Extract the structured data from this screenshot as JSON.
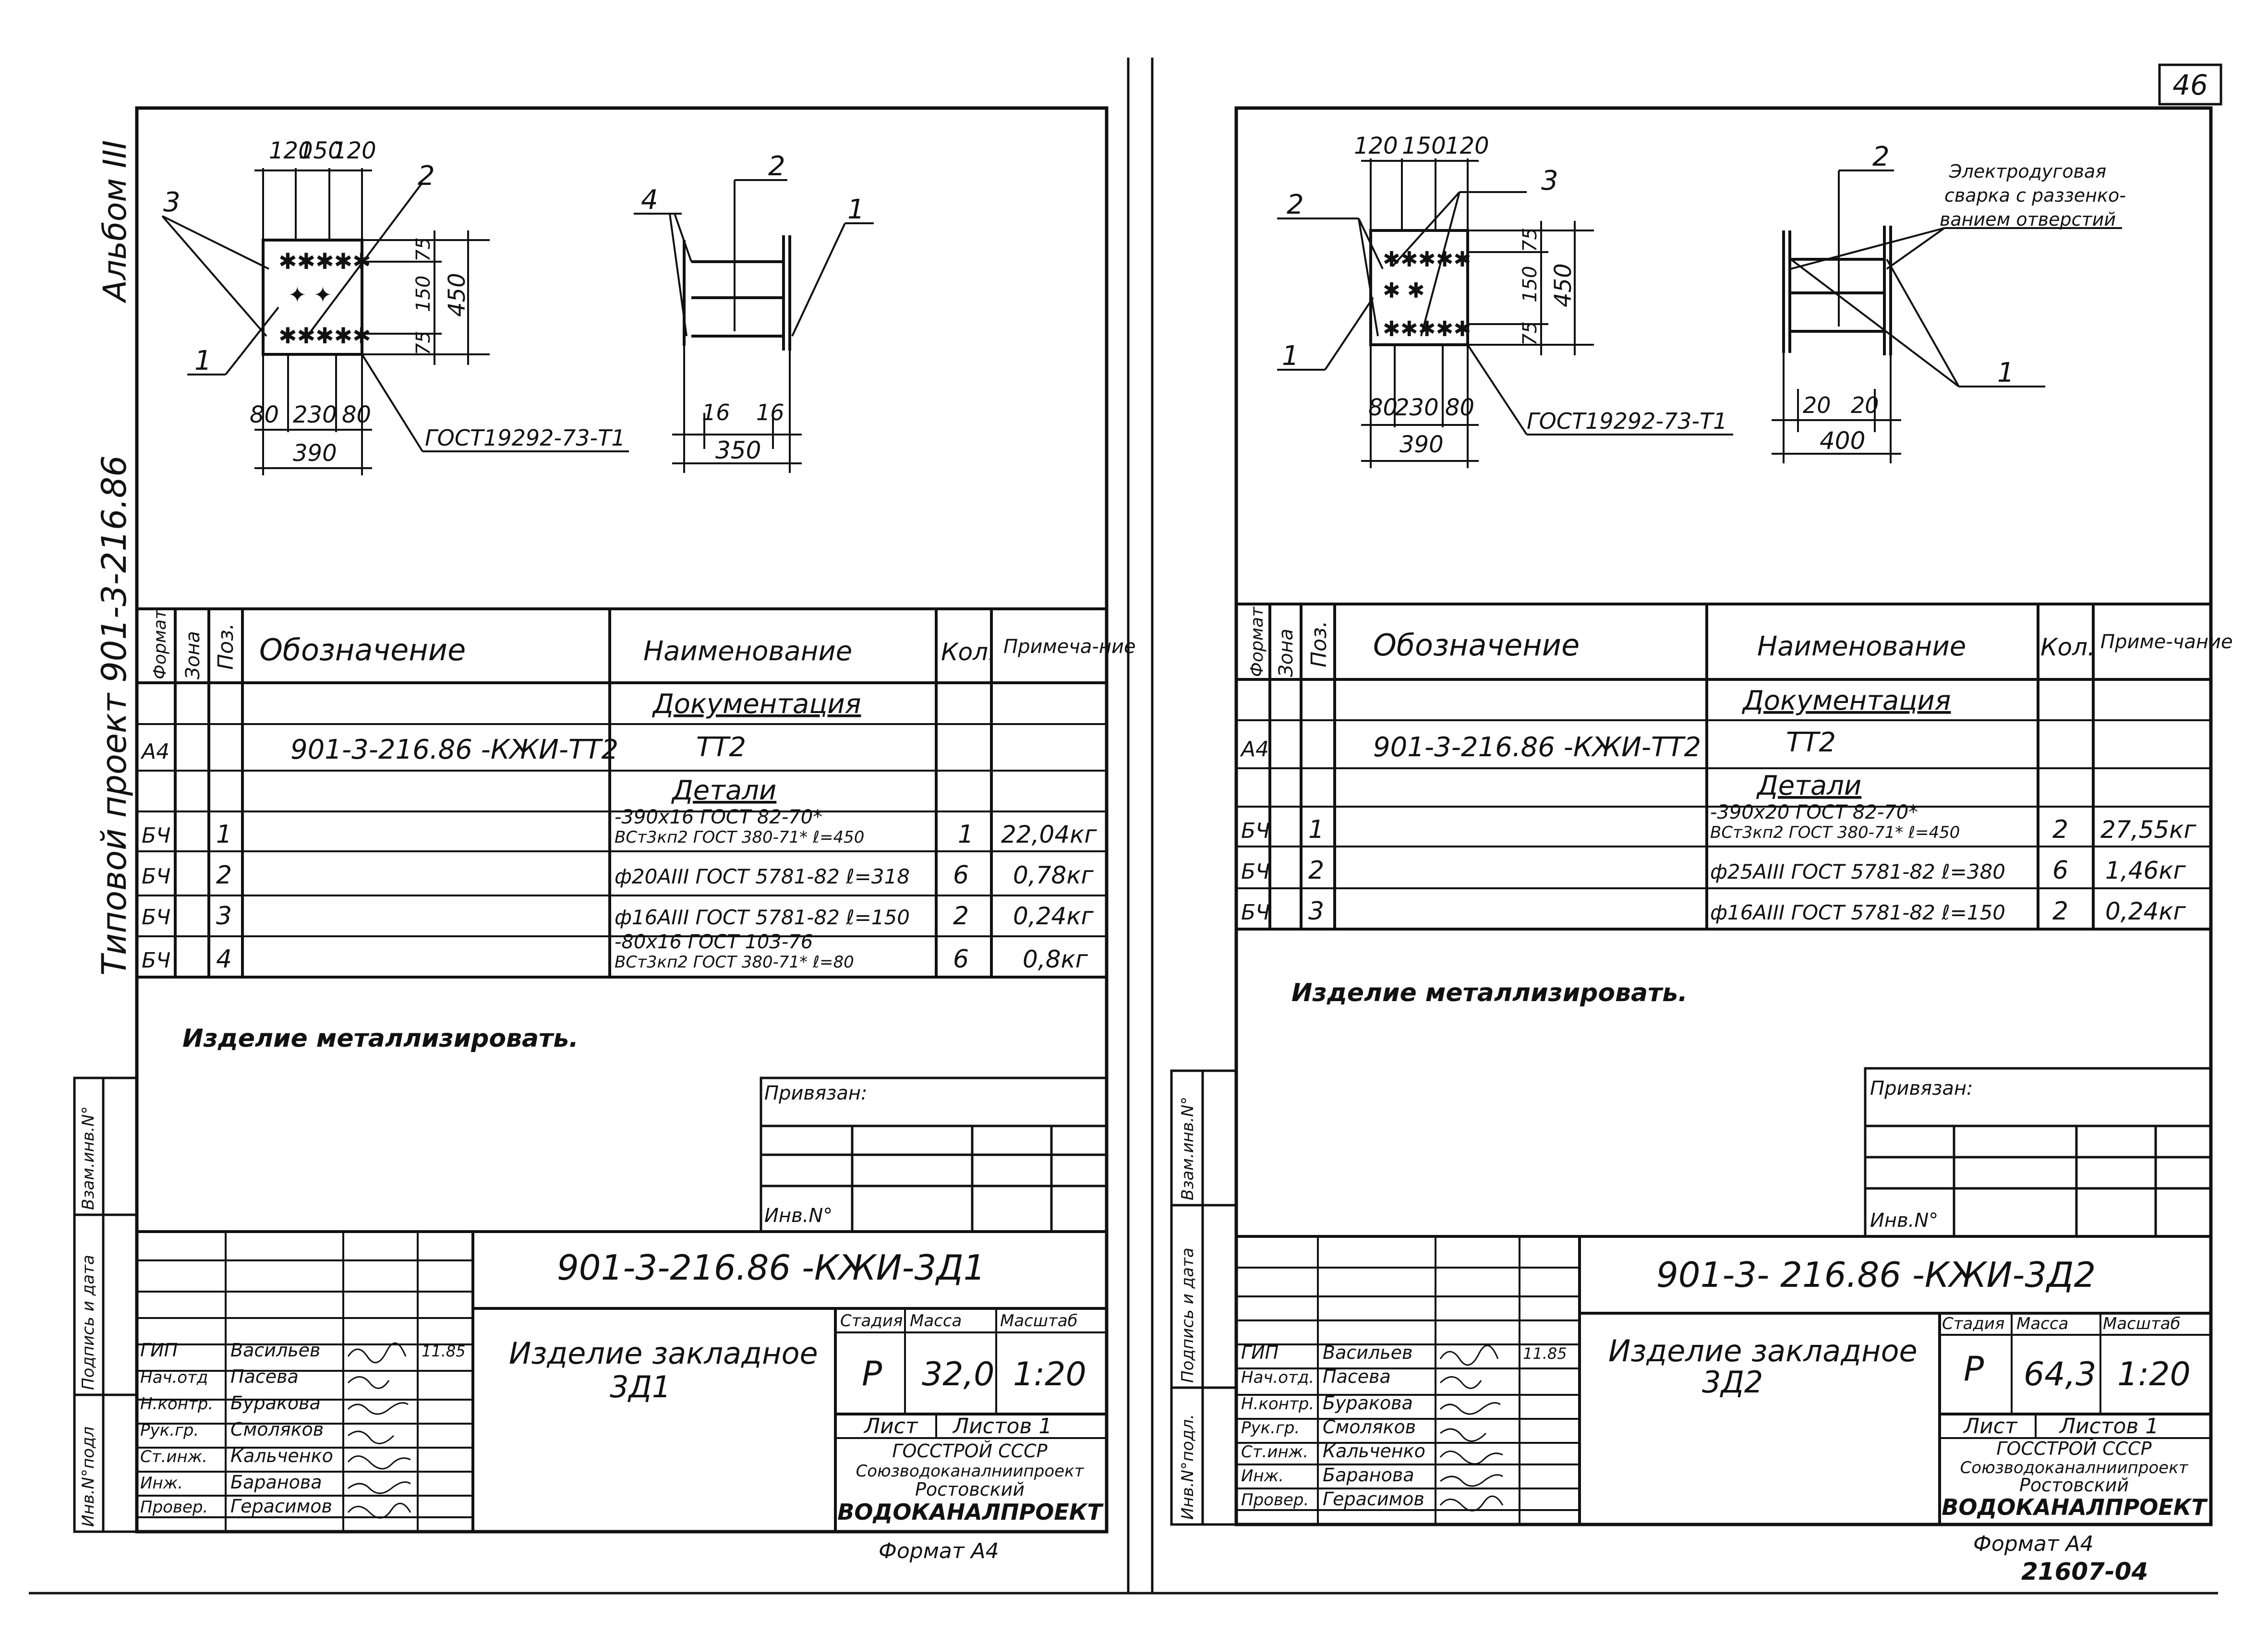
{
  "page_number": "46",
  "bottom_code": "21607-04",
  "left_sheet": {
    "album_label": "Альбом III",
    "project_label": "Типовой проект 901-3-216.86",
    "drawing": {
      "dims_top": [
        "120",
        "150",
        "120"
      ],
      "dims_bottom": [
        "80",
        "230",
        "80"
      ],
      "dim_width": "390",
      "dims_right": [
        "75",
        "150",
        "75"
      ],
      "dim_height": "450",
      "weld_note": "ГОСТ19292-73-Т1",
      "side_dims": [
        "16",
        "16"
      ],
      "side_total": "350",
      "callouts": [
        "1",
        "2",
        "3",
        "4",
        "1",
        "2"
      ]
    },
    "spec_headers": {
      "format": "Формат",
      "zone": "Зона",
      "pos": "Поз.",
      "designation": "Обозначение",
      "name": "Наименование",
      "qty": "Кол.",
      "note": "Примеча-ние"
    },
    "spec_sections": {
      "documentation": "Документация",
      "details": "Детали"
    },
    "doc_row": {
      "format": "А4",
      "designation": "901-3-216.86 -КЖИ-ТТ2",
      "name": "ТТ2"
    },
    "rows": [
      {
        "format": "БЧ",
        "pos": "1",
        "name1": "-390х16 ГОСТ 82-70*",
        "name2": "ВСт3кп2 ГОСТ 380-71* ℓ=450",
        "qty": "1",
        "note": "22,04кг"
      },
      {
        "format": "БЧ",
        "pos": "2",
        "name1": "ф20АIII ГОСТ 5781-82 ℓ=318",
        "name2": "",
        "qty": "6",
        "note": "0,78кг"
      },
      {
        "format": "БЧ",
        "pos": "3",
        "name1": "ф16АIII ГОСТ 5781-82 ℓ=150",
        "name2": "",
        "qty": "2",
        "note": "0,24кг"
      },
      {
        "format": "БЧ",
        "pos": "4",
        "name1": "-80х16 ГОСТ 103-76",
        "name2": "ВСт3кп2 ГОСТ 380-71* ℓ=80",
        "qty": "6",
        "note": "0,8кг"
      }
    ],
    "metallize_note": "Изделие металлизировать.",
    "bound_label": "Привязан:",
    "inv_label": "Инв.N°",
    "side_stamp": [
      "Взам.инв.N°",
      "Подпись и дата",
      "Инв.N°подл"
    ],
    "title_code": "901-3-216.86 -КЖИ-3Д1",
    "title_name": "Изделие закладное",
    "title_mark": "3Д1",
    "stage_label": "Стадия",
    "mass_label": "Масса",
    "scale_label": "Масштаб",
    "stage": "Р",
    "mass": "32,0",
    "scale": "1:20",
    "sheet_label": "Лист",
    "sheets_label": "Листов 1",
    "org_lines": [
      "ГОССТРОЙ СССР",
      "Союзводоканалниипроект",
      "Ростовский",
      "ВОДОКАНАЛПРОЕКТ"
    ],
    "format_label": "Формат А4",
    "signatures": [
      {
        "role": "ГИП",
        "name": "Васильев",
        "date": "11.85"
      },
      {
        "role": "Нач.отд",
        "name": "Пасева",
        "date": ""
      },
      {
        "role": "Н.контр.",
        "name": "Буракова",
        "date": ""
      },
      {
        "role": "Рук.гр.",
        "name": "Смоляков",
        "date": ""
      },
      {
        "role": "Ст.инж.",
        "name": "Кальченко",
        "date": ""
      },
      {
        "role": "Инж.",
        "name": "Баранова",
        "date": ""
      },
      {
        "role": "Провер.",
        "name": "Герасимов",
        "date": ""
      }
    ]
  },
  "right_sheet": {
    "drawing": {
      "dims_top": [
        "120",
        "150",
        "120"
      ],
      "dims_bottom": [
        "80",
        "230",
        "80"
      ],
      "dim_width": "390",
      "dims_right": [
        "75",
        "150",
        "75"
      ],
      "dim_height": "450",
      "weld_note": "ГОСТ19292-73-Т1",
      "side_dims": [
        "20",
        "20"
      ],
      "side_total": "400",
      "weld_note2": "Электродуговая сварка с раззенко-ванием отверстий",
      "callouts": [
        "1",
        "2",
        "3",
        "1",
        "2"
      ]
    },
    "spec_headers": {
      "format": "Формат",
      "zone": "Зона",
      "pos": "Поз.",
      "designation": "Обозначение",
      "name": "Наименование",
      "qty": "Кол.",
      "note": "Приме-чание"
    },
    "spec_sections": {
      "documentation": "Документация",
      "details": "Детали"
    },
    "doc_row": {
      "format": "А4",
      "designation": "901-3-216.86 -КЖИ-ТТ2",
      "name": "ТТ2"
    },
    "rows": [
      {
        "format": "БЧ",
        "pos": "1",
        "name1": "-390х20 ГОСТ 82-70*",
        "name2": "ВСт3кп2 ГОСТ 380-71* ℓ=450",
        "qty": "2",
        "note": "27,55кг"
      },
      {
        "format": "БЧ",
        "pos": "2",
        "name1": "ф25АIII ГОСТ 5781-82 ℓ=380",
        "name2": "",
        "qty": "6",
        "note": "1,46кг"
      },
      {
        "format": "БЧ",
        "pos": "3",
        "name1": "ф16АIII ГОСТ 5781-82 ℓ=150",
        "name2": "",
        "qty": "2",
        "note": "0,24кг"
      }
    ],
    "metallize_note": "Изделие металлизировать.",
    "bound_label": "Привязан:",
    "inv_label": "Инв.N°",
    "side_stamp": [
      "Взам.инв.N°",
      "Подпись и дата",
      "Инв.N°подл."
    ],
    "title_code": "901-3- 216.86 -КЖИ-3Д2",
    "title_name": "Изделие закладное",
    "title_mark": "3Д2",
    "stage_label": "Стадия",
    "mass_label": "Масса",
    "scale_label": "Масштаб",
    "stage": "Р",
    "mass": "64,3",
    "scale": "1:20",
    "sheet_label": "Лист",
    "sheets_label": "Листов 1",
    "org_lines": [
      "ГОССТРОЙ СССР",
      "Союзводоканалниипроект",
      "Ростовский",
      "ВОДОКАНАЛПРОЕКТ"
    ],
    "format_label": "Формат А4",
    "signatures": [
      {
        "role": "ГИП",
        "name": "Васильев",
        "date": "11.85"
      },
      {
        "role": "Нач.отд.",
        "name": "Пасева",
        "date": ""
      },
      {
        "role": "Н.контр.",
        "name": "Буракова",
        "date": ""
      },
      {
        "role": "Рук.гр.",
        "name": "Смоляков",
        "date": ""
      },
      {
        "role": "Ст.инж.",
        "name": "Кальченко",
        "date": ""
      },
      {
        "role": "Инж.",
        "name": "Баранова",
        "date": ""
      },
      {
        "role": "Провер.",
        "name": "Герасимов",
        "date": ""
      }
    ]
  }
}
